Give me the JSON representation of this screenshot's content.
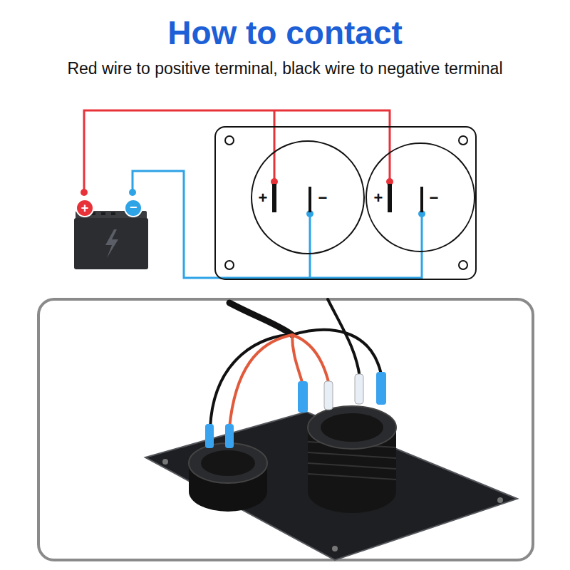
{
  "diagram": {
    "title": "How to contact",
    "labels": [
      "Red wire to positive terminal, black wire to negative terminal",
      "+",
      "−",
      "+",
      "−",
      "+",
      "−"
    ]
  }
}
